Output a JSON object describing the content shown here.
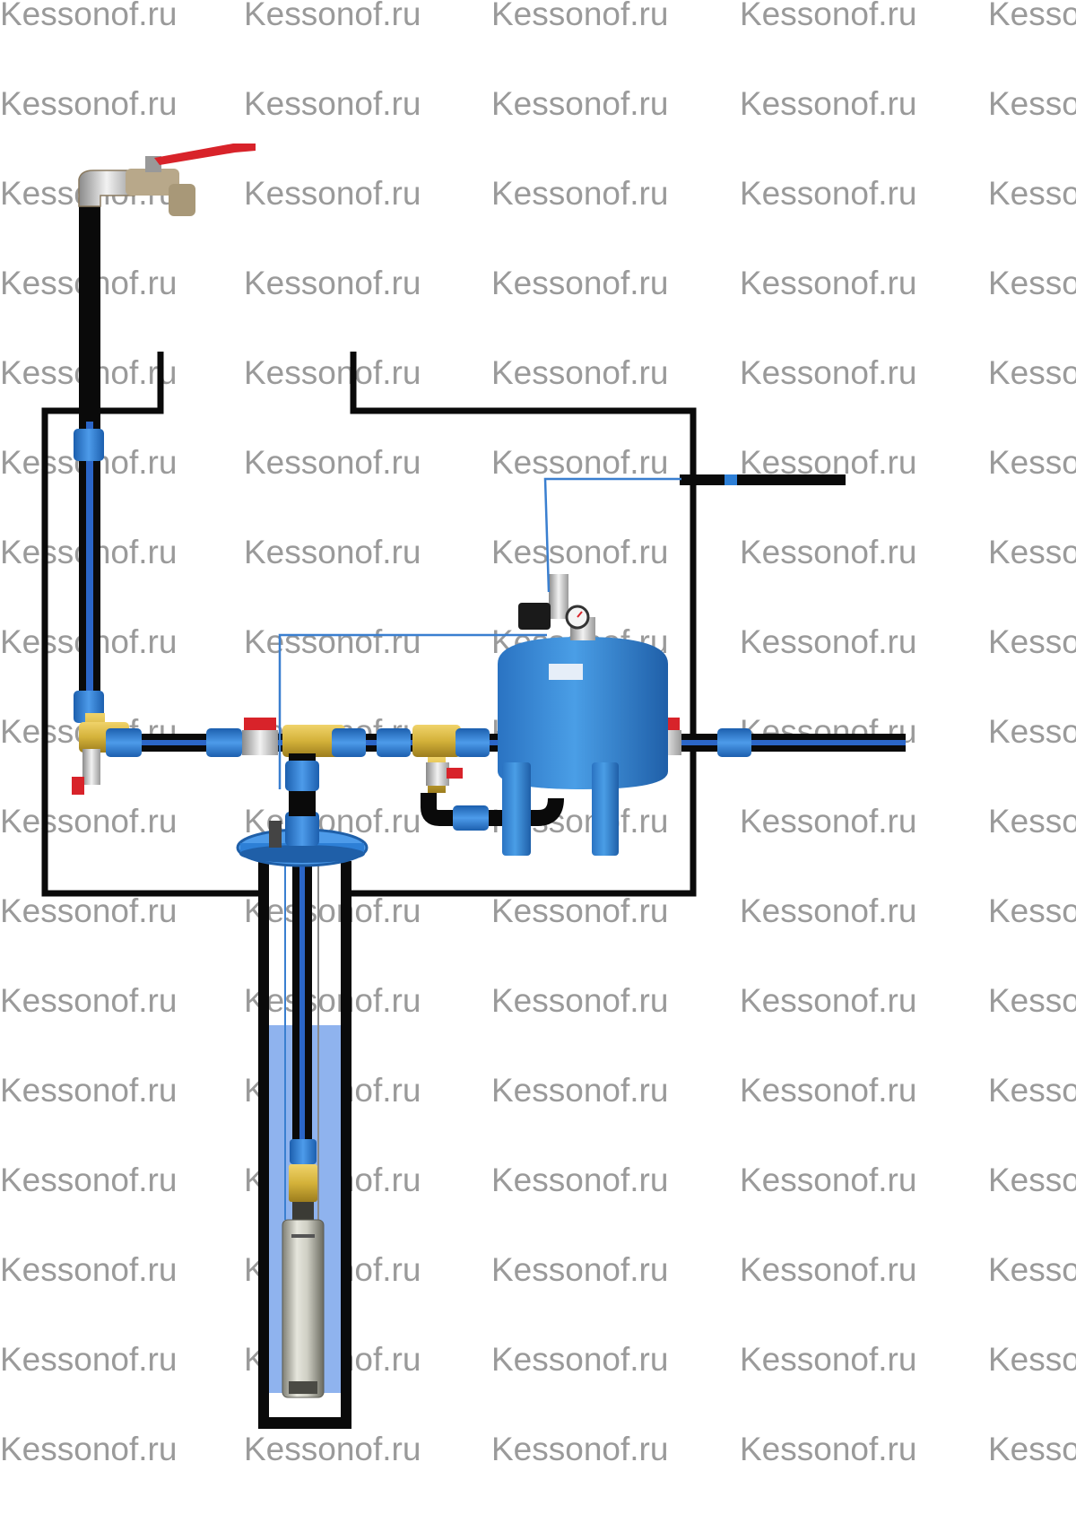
{
  "watermark": {
    "text": "Kessonof.ru",
    "color": "#9a9a9a"
  },
  "colors": {
    "pipe": "#0a0a0a",
    "pipe_core": "#2b66c8",
    "fitting_blue": "#2d7fd6",
    "brass": "#d4b23a",
    "valve_handle": "#d8232a",
    "tank": "#3b8fd9",
    "water": "#8fb3ee",
    "cable": "#3a7fd0"
  },
  "components": [
    {
      "name": "outdoor-tap"
    },
    {
      "name": "caisson"
    },
    {
      "name": "well-casing"
    },
    {
      "name": "submersible-pump"
    },
    {
      "name": "well-head"
    },
    {
      "name": "hydraulic-accumulator"
    },
    {
      "name": "pressure-switch"
    },
    {
      "name": "pressure-gauge"
    },
    {
      "name": "ball-valve"
    },
    {
      "name": "drain-valve"
    },
    {
      "name": "brass-tee"
    },
    {
      "name": "house-supply-line"
    },
    {
      "name": "power-cable"
    }
  ]
}
